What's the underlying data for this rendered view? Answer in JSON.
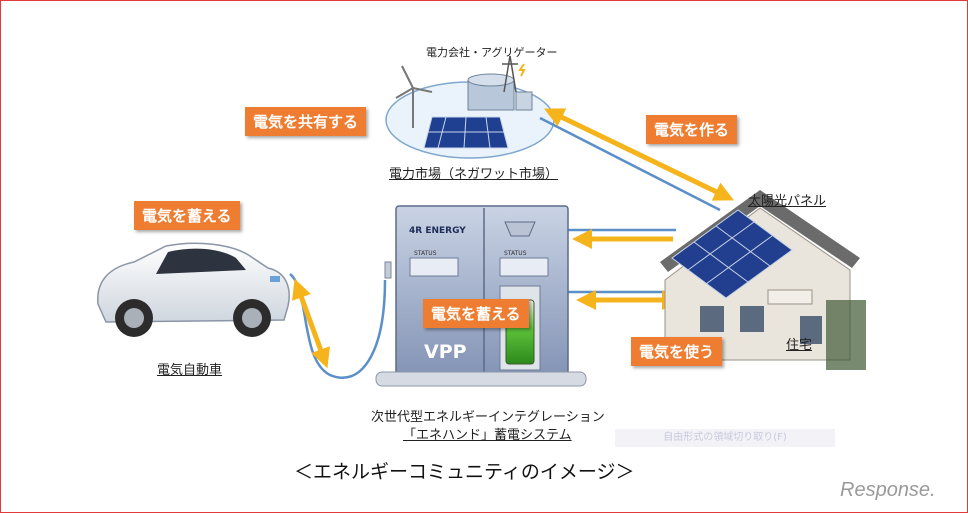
{
  "labels": {
    "share": "電気を共有する",
    "make": "電気を作る",
    "store_car": "電気を蓄える",
    "store_vpp": "電気を蓄える",
    "use": "電気を使う"
  },
  "captions": {
    "power_company": "電力会社・アグリゲーター",
    "market": "電力市場（ネガワット市場）",
    "solar": "太陽光パネル",
    "house": "住宅",
    "ev": "電気自動車",
    "system_line1": "次世代型エネルギーインテグレーション",
    "system_line2": "「エネハンド」蓄電システム",
    "title": "＜エネルギーコミュニティのイメージ＞",
    "faint_note": "自由形式の領域切り取り(F)"
  },
  "device": {
    "brand": "4R ENERGY",
    "vpp": "VPP",
    "status": "STATUS"
  },
  "watermark": "Response.",
  "colors": {
    "orange": "#ee7d31",
    "arrow": "#f6b41c",
    "line_blue": "#5b8fc8",
    "frame": "#e23a3a"
  }
}
